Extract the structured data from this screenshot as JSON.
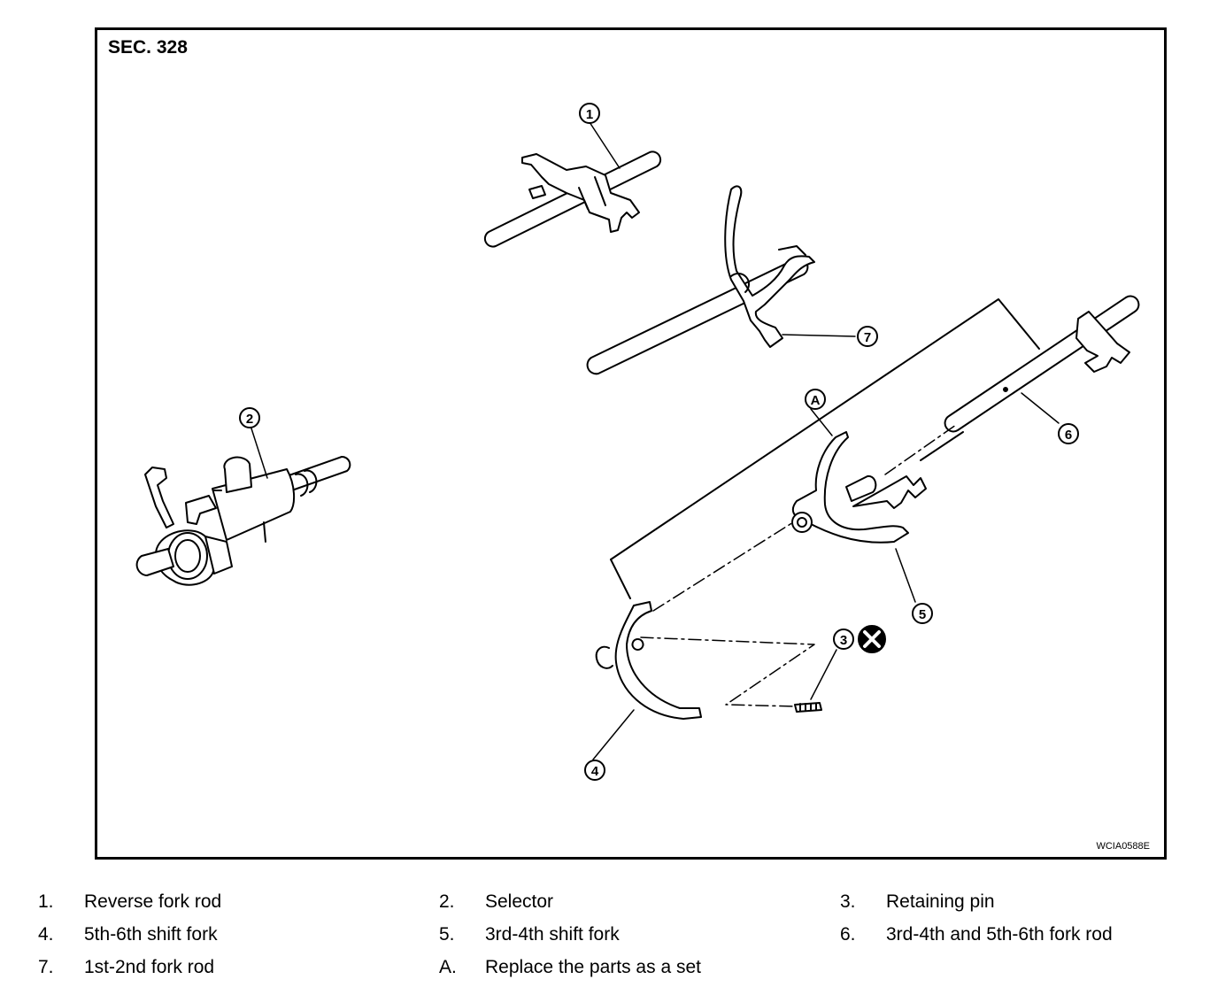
{
  "section_label": "SEC. 328",
  "figure_code": "WCIA0588E",
  "callouts": {
    "c1": "1",
    "c2": "2",
    "c3": "3",
    "c4": "4",
    "c5": "5",
    "c6": "6",
    "c7": "7",
    "cA": "A"
  },
  "legend": [
    {
      "num": "1.",
      "text": "Reverse fork rod"
    },
    {
      "num": "2.",
      "text": "Selector"
    },
    {
      "num": "3.",
      "text": "Retaining pin"
    },
    {
      "num": "4.",
      "text": "5th-6th shift fork"
    },
    {
      "num": "5.",
      "text": "3rd-4th shift fork"
    },
    {
      "num": "6.",
      "text": "3rd-4th and 5th-6th fork rod"
    },
    {
      "num": "7.",
      "text": "1st-2nd fork rod"
    },
    {
      "num": "A.",
      "text": "Replace the parts as a set"
    }
  ],
  "icons": {
    "retaining_pin_mark": "do-not-reuse-icon"
  }
}
